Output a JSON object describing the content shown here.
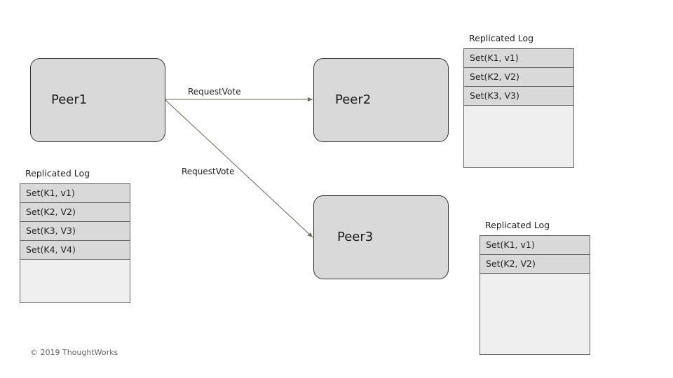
{
  "peers": {
    "peer1": {
      "label": "Peer1"
    },
    "peer2": {
      "label": "Peer2"
    },
    "peer3": {
      "label": "Peer3"
    }
  },
  "arrows": {
    "to_peer2": {
      "label": "RequestVote"
    },
    "to_peer3": {
      "label": "RequestVote"
    }
  },
  "logs": {
    "peer1": {
      "title": "Replicated Log",
      "entries": [
        "Set(K1, v1)",
        "Set(K2, V2)",
        "Set(K3, V3)",
        "Set(K4, V4)"
      ]
    },
    "peer2": {
      "title": "Replicated Log",
      "entries": [
        "Set(K1, v1)",
        "Set(K2, V2)",
        "Set(K3, V3)"
      ]
    },
    "peer3": {
      "title": "Replicated Log",
      "entries": [
        "Set(K1, v1)",
        "Set(K2, V2)"
      ]
    }
  },
  "footer": {
    "copyright": "© 2019 ThoughtWorks"
  },
  "colors": {
    "box_fill": "#d9d9d9",
    "box_stroke": "#333333",
    "arrow": "#6b6552",
    "log_empty": "#efefef"
  }
}
